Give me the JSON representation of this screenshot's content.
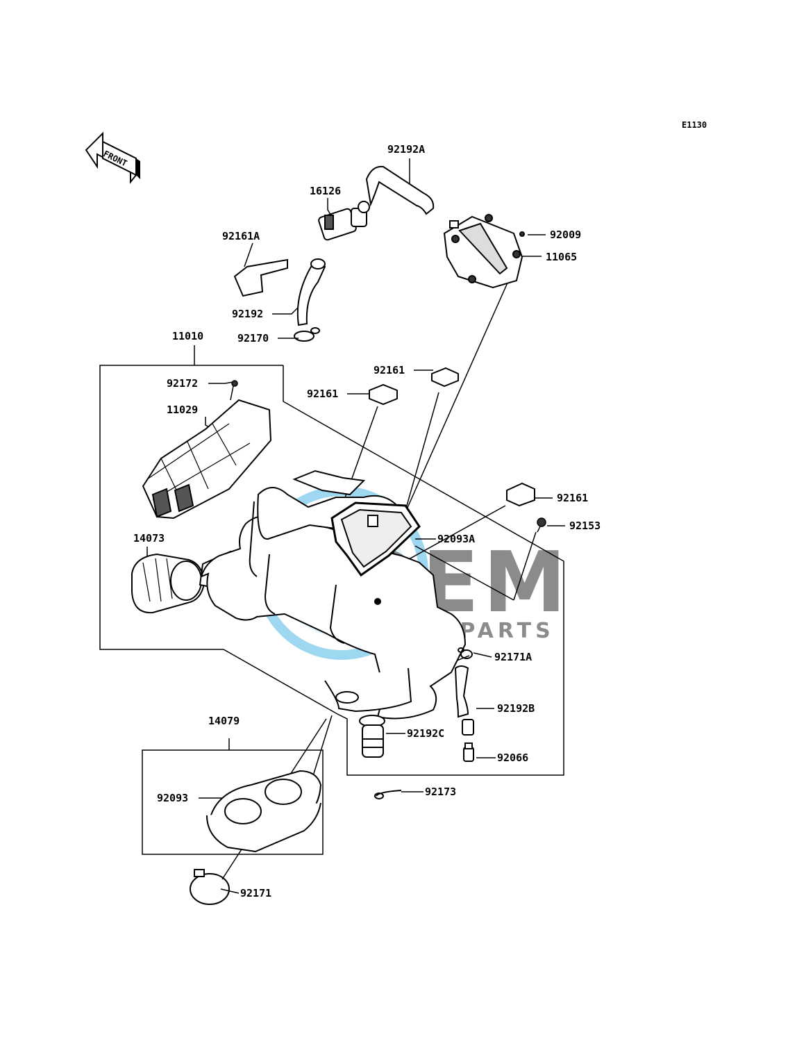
{
  "diagram": {
    "code": "E1130",
    "front_arrow": "FRONT",
    "watermark": {
      "brand": "OEM",
      "sub": "MOTORPARTS",
      "color": "#2aa7e0"
    },
    "labels": {
      "p92192A": "92192A",
      "p16126": "16126",
      "p92009": "92009",
      "p92161A": "92161A",
      "p11065": "11065",
      "p92192": "92192",
      "p92170": "92170",
      "p11010": "11010",
      "p92161_a": "92161",
      "p92172": "92172",
      "p92161_b": "92161",
      "p11029": "11029",
      "p92161_c": "92161",
      "p92153": "92153",
      "p14073": "14073",
      "p92093A": "92093A",
      "p92171A": "92171A",
      "p92192B": "92192B",
      "p92192C": "92192C",
      "p92066": "92066",
      "p14079": "14079",
      "p92173": "92173",
      "p92093": "92093",
      "p92171": "92171"
    }
  }
}
